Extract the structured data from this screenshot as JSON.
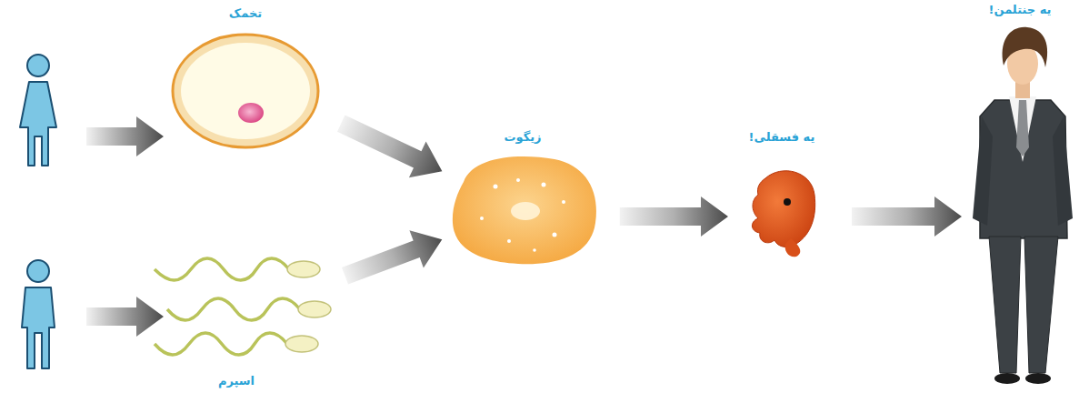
{
  "diagram": {
    "nodes": [
      {
        "text": [
          "تخمک"
        ]
      },
      {
        "text": [
          "اسپرم"
        ]
      },
      {
        "text": [
          "زیگوت"
        ]
      },
      {
        "text": [
          "یه فسقلی!"
        ]
      },
      {
        "text": [
          "یه جنتلمن!"
        ]
      }
    ],
    "edges": [
      {
        "from": 0,
        "to": 2,
        "arrow": "to"
      },
      {
        "from": 1,
        "to": 2,
        "arrow": "to"
      },
      {
        "from": 2,
        "to": 3,
        "arrow": "to"
      },
      {
        "from": 3,
        "to": 4,
        "arrow": "to"
      }
    ]
  }
}
